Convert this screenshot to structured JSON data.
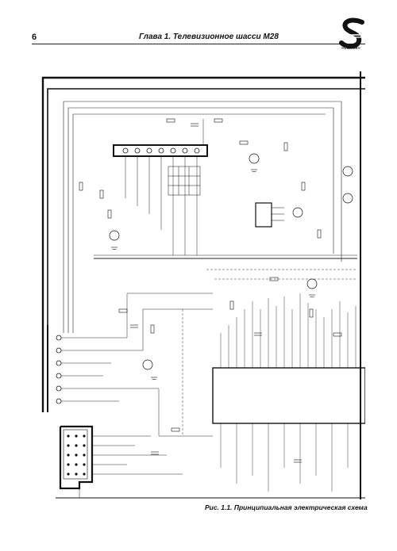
{
  "header": {
    "page_number": "6",
    "chapter_title": "Глава 1. Телевизионное шасси М28",
    "logo_text": "«солон»"
  },
  "figure": {
    "caption": "Рис. 1.1. Принципиальная электрическая схема"
  },
  "colors": {
    "ink": "#111111",
    "paper": "#ffffff"
  },
  "icons": {
    "logo": "solon-publisher-logo"
  }
}
